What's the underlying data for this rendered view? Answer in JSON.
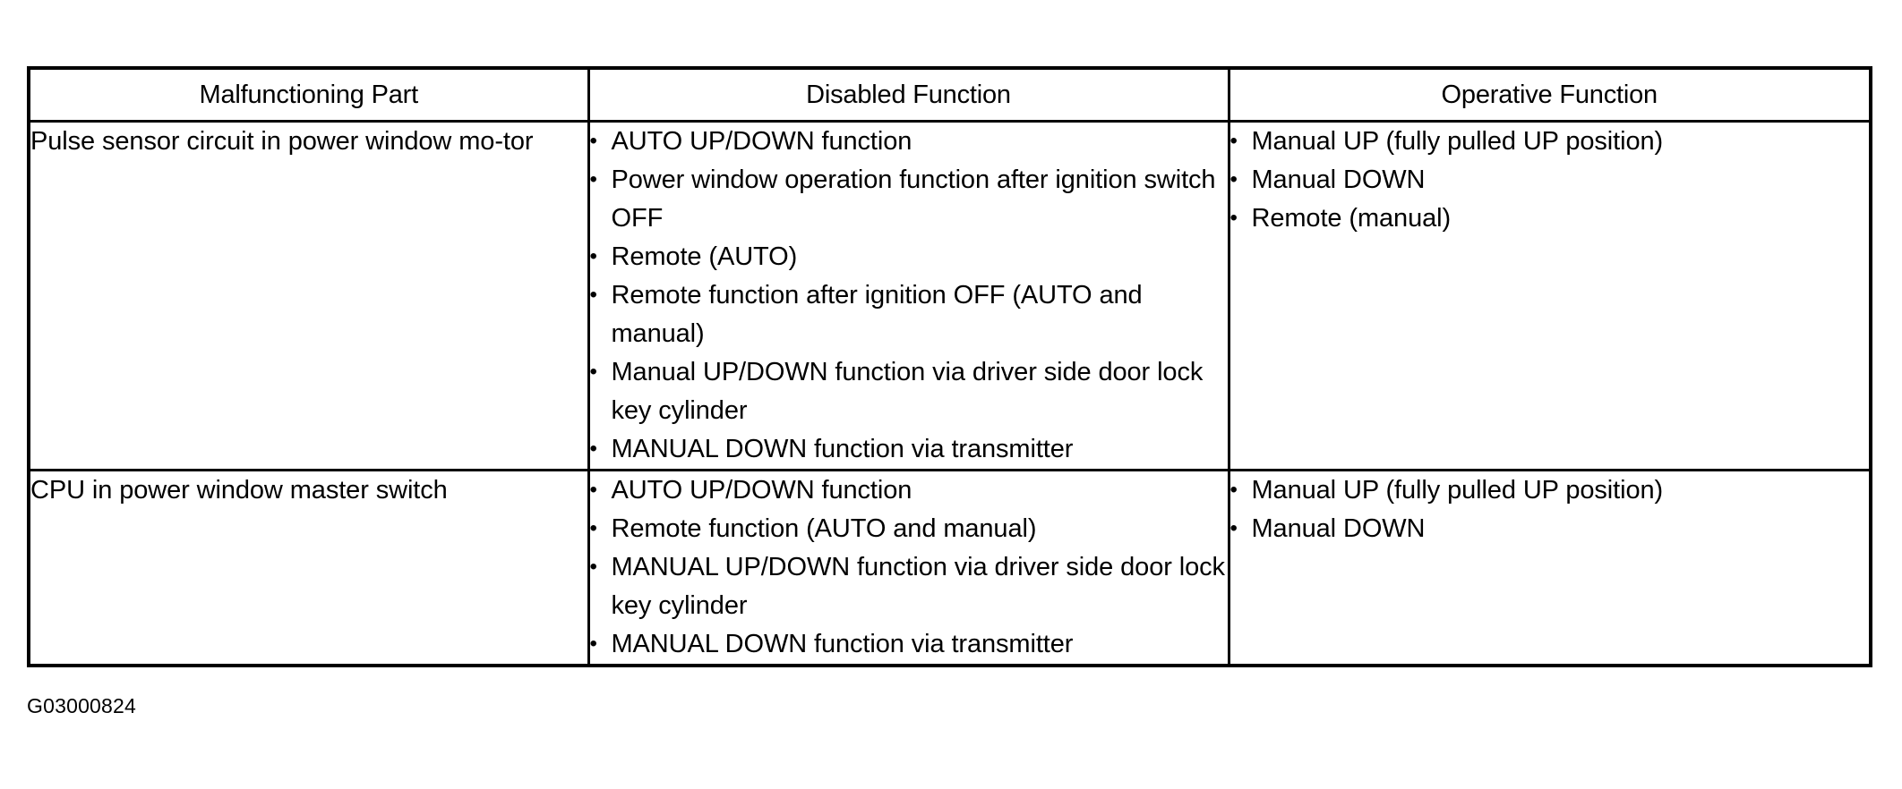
{
  "figure": {
    "caption": "G03000824"
  },
  "table": {
    "headers": [
      "Malfunctioning Part",
      "Disabled Function",
      "Operative Function"
    ],
    "rows": [
      {
        "part": "Pulse sensor circuit in power window mo-tor",
        "disabled": [
          "AUTO UP/DOWN function",
          "Power window operation function after ignition switch OFF",
          "Remote (AUTO)",
          "Remote function after ignition OFF (AUTO and manual)",
          "Manual UP/DOWN function via driver side door lock key cylinder",
          "MANUAL DOWN function via transmitter"
        ],
        "operative": [
          "Manual UP (fully pulled UP position)",
          "Manual DOWN",
          "Remote (manual)"
        ]
      },
      {
        "part": "CPU in power window master switch",
        "disabled": [
          "AUTO UP/DOWN function",
          "Remote function (AUTO and manual)",
          "MANUAL UP/DOWN function via driver side door lock key cylinder",
          "MANUAL DOWN function via transmitter"
        ],
        "operative": [
          "Manual UP (fully pulled UP position)",
          "Manual DOWN"
        ]
      }
    ]
  }
}
